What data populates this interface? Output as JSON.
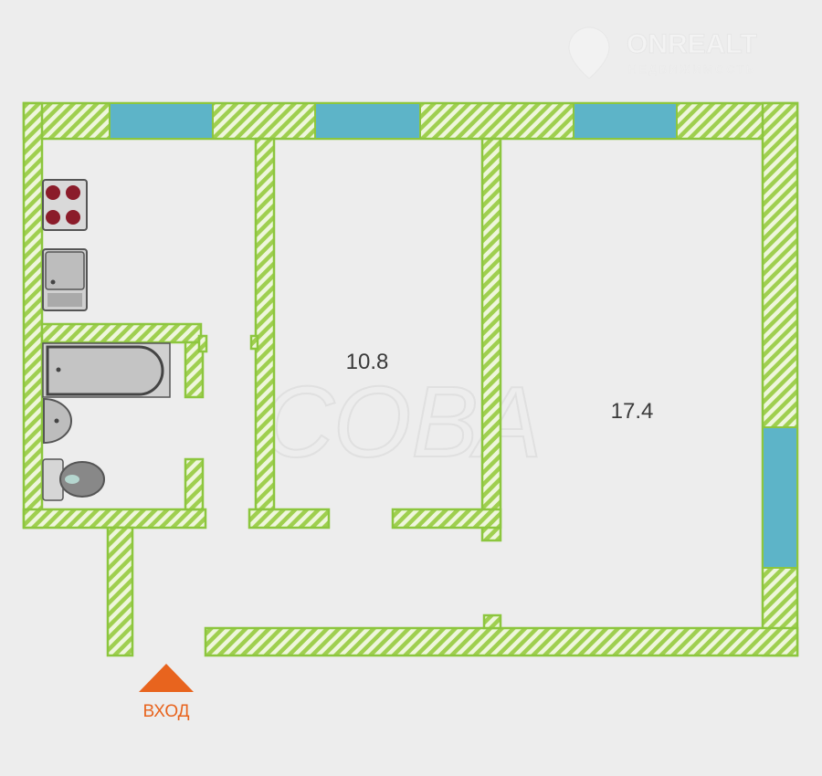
{
  "watermark_top": {
    "brand": "ONREALT",
    "tagline": "НЕДВИЖИМОСТЬ"
  },
  "watermark_center": "СОВА",
  "rooms": [
    {
      "name": "room-1",
      "area": "10.8"
    },
    {
      "name": "room-2",
      "area": "17.4"
    }
  ],
  "entrance": {
    "label": "ВХОД"
  },
  "colors": {
    "wall": "#8cc63e",
    "window": "#5db4c8",
    "entrance": "#e8641e",
    "background": "#ededed"
  }
}
